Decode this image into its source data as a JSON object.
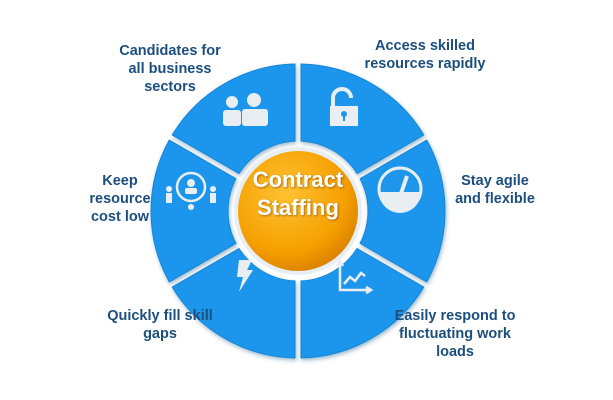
{
  "center": {
    "title": "Contract\nStaffing",
    "color": "#f5a000"
  },
  "segment_color": "#1e96ec",
  "segments": [
    {
      "label": "Candidates for\nall business\nsectors",
      "icon": "people-icon"
    },
    {
      "label": "Access skilled\nresources rapidly",
      "icon": "lock-icon"
    },
    {
      "label": "Stay agile\nand flexible",
      "icon": "gauge-icon"
    },
    {
      "label": "Easily respond to\nfluctuating work\nloads",
      "icon": "chart-icon"
    },
    {
      "label": "Quickly fill skill\ngaps",
      "icon": "lightning-icon"
    },
    {
      "label": "Keep\nresource\ncost low",
      "icon": "team-network-icon"
    }
  ]
}
